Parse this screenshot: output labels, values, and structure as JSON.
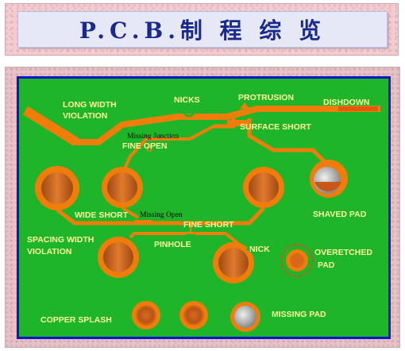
{
  "title": "P.C.B.制 程 综 览",
  "labels": {
    "long_width_violation_1": "LONG WIDTH",
    "long_width_violation_2": "VIOLATION",
    "nicks": "NICKS",
    "protrusion": "PROTRUSION",
    "dishdown": "DISHDOWN",
    "surface_short": "SURFACE SHORT",
    "missing_junction": "Missing Junction",
    "fine_open": "FINE OPEN",
    "wide_short": "WIDE SHORT",
    "missing_open": "Missing Open",
    "fine_short": "FINE SHORT",
    "shaved_pad": "SHAVED PAD",
    "spacing_width_violation_1": "SPACING WIDTH",
    "spacing_width_violation_2": "VIOLATION",
    "pinhole": "PINHOLE",
    "nick": "NICK",
    "overetched_pad_1": "OVERETCHED",
    "overetched_pad_2": "PAD",
    "copper_splash": "COPPER SPLASH",
    "missing_pad": "MISSING PAD"
  },
  "colors": {
    "board": "#1fb52a",
    "board_border": "#0a16c8",
    "trace": "#f07d0a",
    "pad_core": "#c8581a",
    "label": "#fff8a0",
    "title_text": "#1a2a8c"
  }
}
